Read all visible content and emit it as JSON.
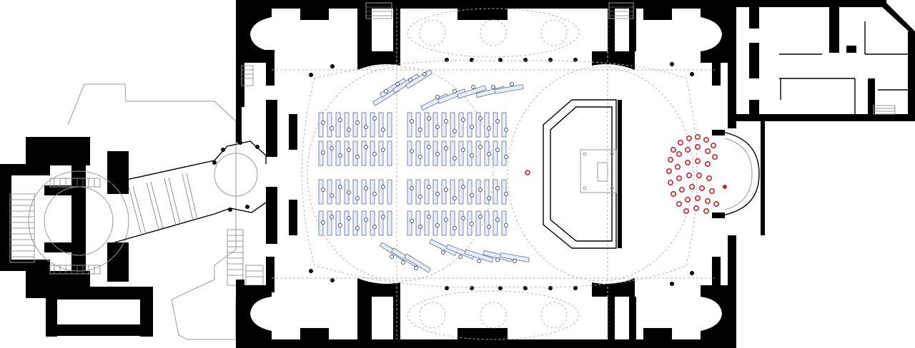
{
  "drawing": {
    "colors": {
      "background": "#ffffff",
      "walls": "#000000",
      "outlines": "#9a9a9a",
      "audience_seating": "#2f4a8a",
      "orchestra_chairs": "#c0282b"
    },
    "elements": [
      "entrance-pavilion",
      "colonnade-bridge",
      "main-hall",
      "audience-seating",
      "stage-platform",
      "orchestra-apse",
      "service-rooms"
    ]
  }
}
